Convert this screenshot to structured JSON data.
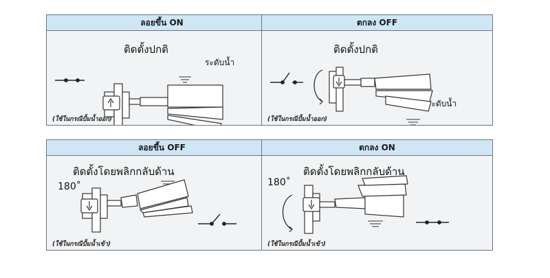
{
  "panels": [
    {
      "header": "ลอยขึ้น ON",
      "title": "ติดตั้งปกติ",
      "level_label": "ระดับน้ำ",
      "note": "(ใช้ในกรณีปั้มน้ำออก)"
    },
    {
      "header": "ตกลง OFF",
      "title": "ติดตั้งปกติ",
      "level_label": "ระดับน้ำ",
      "note": "(ใช้ในกรณีปั้มน้ำออก)"
    },
    {
      "header": "ลอยขึ้น OFF",
      "title": "ติดตั้งโดยพลิกกลับด้าน",
      "angle": "180˚",
      "note": "(ใช้ในกรณีปั้มน้ำเข้า)"
    },
    {
      "header": "ตกลง ON",
      "title": "ติดตั้งโดยพลิกกลับด้าน",
      "angle": "180˚",
      "note": "(ใช้ในกรณีปั้มน้ำเข้า)"
    }
  ]
}
